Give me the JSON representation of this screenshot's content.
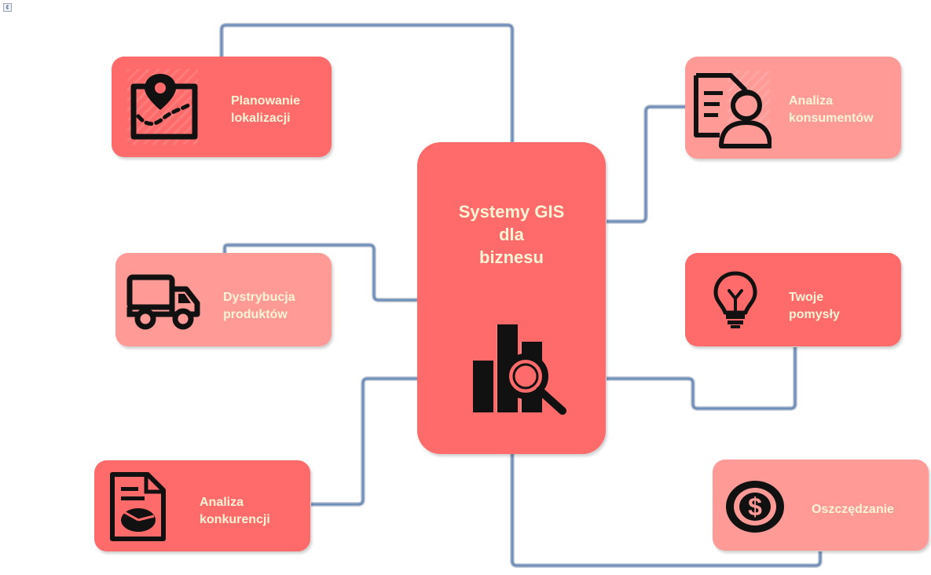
{
  "center": {
    "title_lines": [
      "Systemy GIS",
      "dla",
      "biznesu"
    ],
    "icon": "bar-chart-magnifier-icon"
  },
  "nodes": [
    {
      "id": "planowanie",
      "label_lines": [
        "Planowanie",
        "lokalizacji"
      ],
      "icon": "map-pin-route-icon",
      "tone": "dark"
    },
    {
      "id": "dystrybucja",
      "label_lines": [
        "Dystrybucja",
        "produktów"
      ],
      "icon": "delivery-truck-icon",
      "tone": "light"
    },
    {
      "id": "konkurencja",
      "label_lines": [
        "Analiza",
        "konkurencji"
      ],
      "icon": "report-pie-chart-icon",
      "tone": "dark"
    },
    {
      "id": "konsumenci",
      "label_lines": [
        "Analiza",
        "konsumentów"
      ],
      "icon": "customer-profile-icon",
      "tone": "light"
    },
    {
      "id": "pomysly",
      "label_lines": [
        "Twoje",
        "pomysły"
      ],
      "icon": "light-bulb-icon",
      "tone": "dark"
    },
    {
      "id": "oszczedzanie",
      "label_lines": [
        "Oszczędzanie"
      ],
      "icon": "dollar-coin-icon",
      "tone": "light"
    }
  ],
  "colors": {
    "node_dark": "#ff6a6a",
    "node_light": "#ff9a97",
    "label_text": "#fff5d6",
    "connector": "#6f8fbb",
    "icon": "#111111"
  },
  "corner_icon": "unknown-small-icon"
}
